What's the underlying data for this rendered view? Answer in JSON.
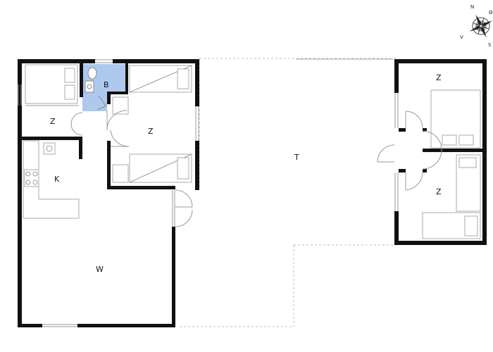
{
  "compass": {
    "north": "N",
    "east": "Ø",
    "south": "S",
    "west": "V",
    "icon": "compass-rose-icon"
  },
  "rooms": {
    "bedroom_top_left": "Z",
    "bathroom": "B",
    "bedroom_middle": "Z",
    "kitchen": "K",
    "living_room": "W",
    "terrace": "T",
    "annex_bedroom_top": "Z",
    "annex_bedroom_bottom": "Z"
  },
  "colors": {
    "bathroom_fill": "#aec9ee",
    "wall": "#111111"
  }
}
